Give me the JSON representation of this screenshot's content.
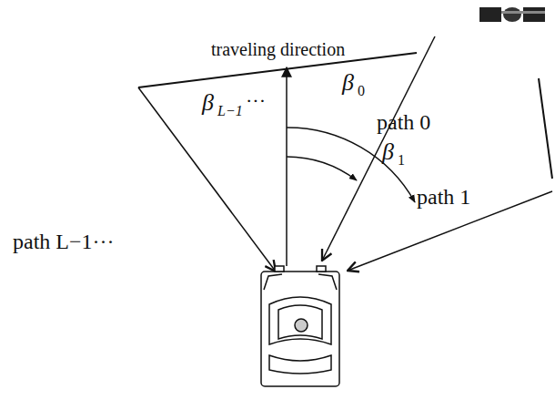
{
  "diagram": {
    "labels": [
      "traveling direction",
      "β",
      "L−1",
      "···",
      "β",
      "0",
      "path 0",
      "β",
      "1",
      "path 1",
      "path L−1···"
    ]
  }
}
